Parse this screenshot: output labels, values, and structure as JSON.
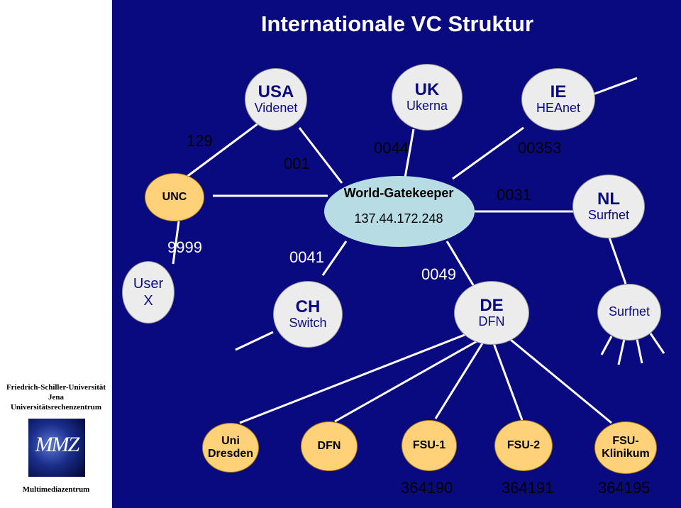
{
  "title": "Internationale VC Struktur",
  "sidebar": {
    "uni_line1": "Friedrich-Schiller-Universität",
    "uni_line2": "Jena",
    "uni_line3": "Universitätsrechenzentrum",
    "logo_text": "MMZ",
    "footer": "Multimediazentrum"
  },
  "nodes": {
    "usa": {
      "title": "USA",
      "sub": "Videnet"
    },
    "uk": {
      "title": "UK",
      "sub": "Ukerna"
    },
    "ie": {
      "title": "IE",
      "sub": "HEAnet"
    },
    "unc": {
      "title": "UNC"
    },
    "gatekeeper": {
      "title": "World-Gatekeeper",
      "sub": "137.44.172.248"
    },
    "nl": {
      "title": "NL",
      "sub": "Surfnet"
    },
    "user": {
      "line1": "User",
      "line2": "X"
    },
    "ch": {
      "title": "CH",
      "sub": "Switch"
    },
    "de": {
      "title": "DE",
      "sub": "DFN"
    },
    "surfnet": {
      "title": "Surfnet"
    },
    "uni_dresden": {
      "line1": "Uni",
      "line2": "Dresden"
    },
    "dfn": {
      "title": "DFN"
    },
    "fsu1": {
      "title": "FSU-1"
    },
    "fsu2": {
      "title": "FSU-2"
    },
    "fsu_klinikum": {
      "line1": "FSU-",
      "line2": "Klinikum"
    }
  },
  "prefixes": {
    "p129": "129",
    "p001": "001",
    "p0044": "0044",
    "p00353": "00353",
    "p0031": "0031",
    "p9999": "9999",
    "p0041": "0041",
    "p0049": "0049"
  },
  "extensions": {
    "fsu1": "364190",
    "fsu2": "364191",
    "klinikum": "364195"
  },
  "colors": {
    "background": "#0a0a80",
    "node_gray": "#ececec",
    "node_orange": "#ffd27a",
    "gatekeeper": "#b7dce4",
    "lines": "#ffffff"
  }
}
